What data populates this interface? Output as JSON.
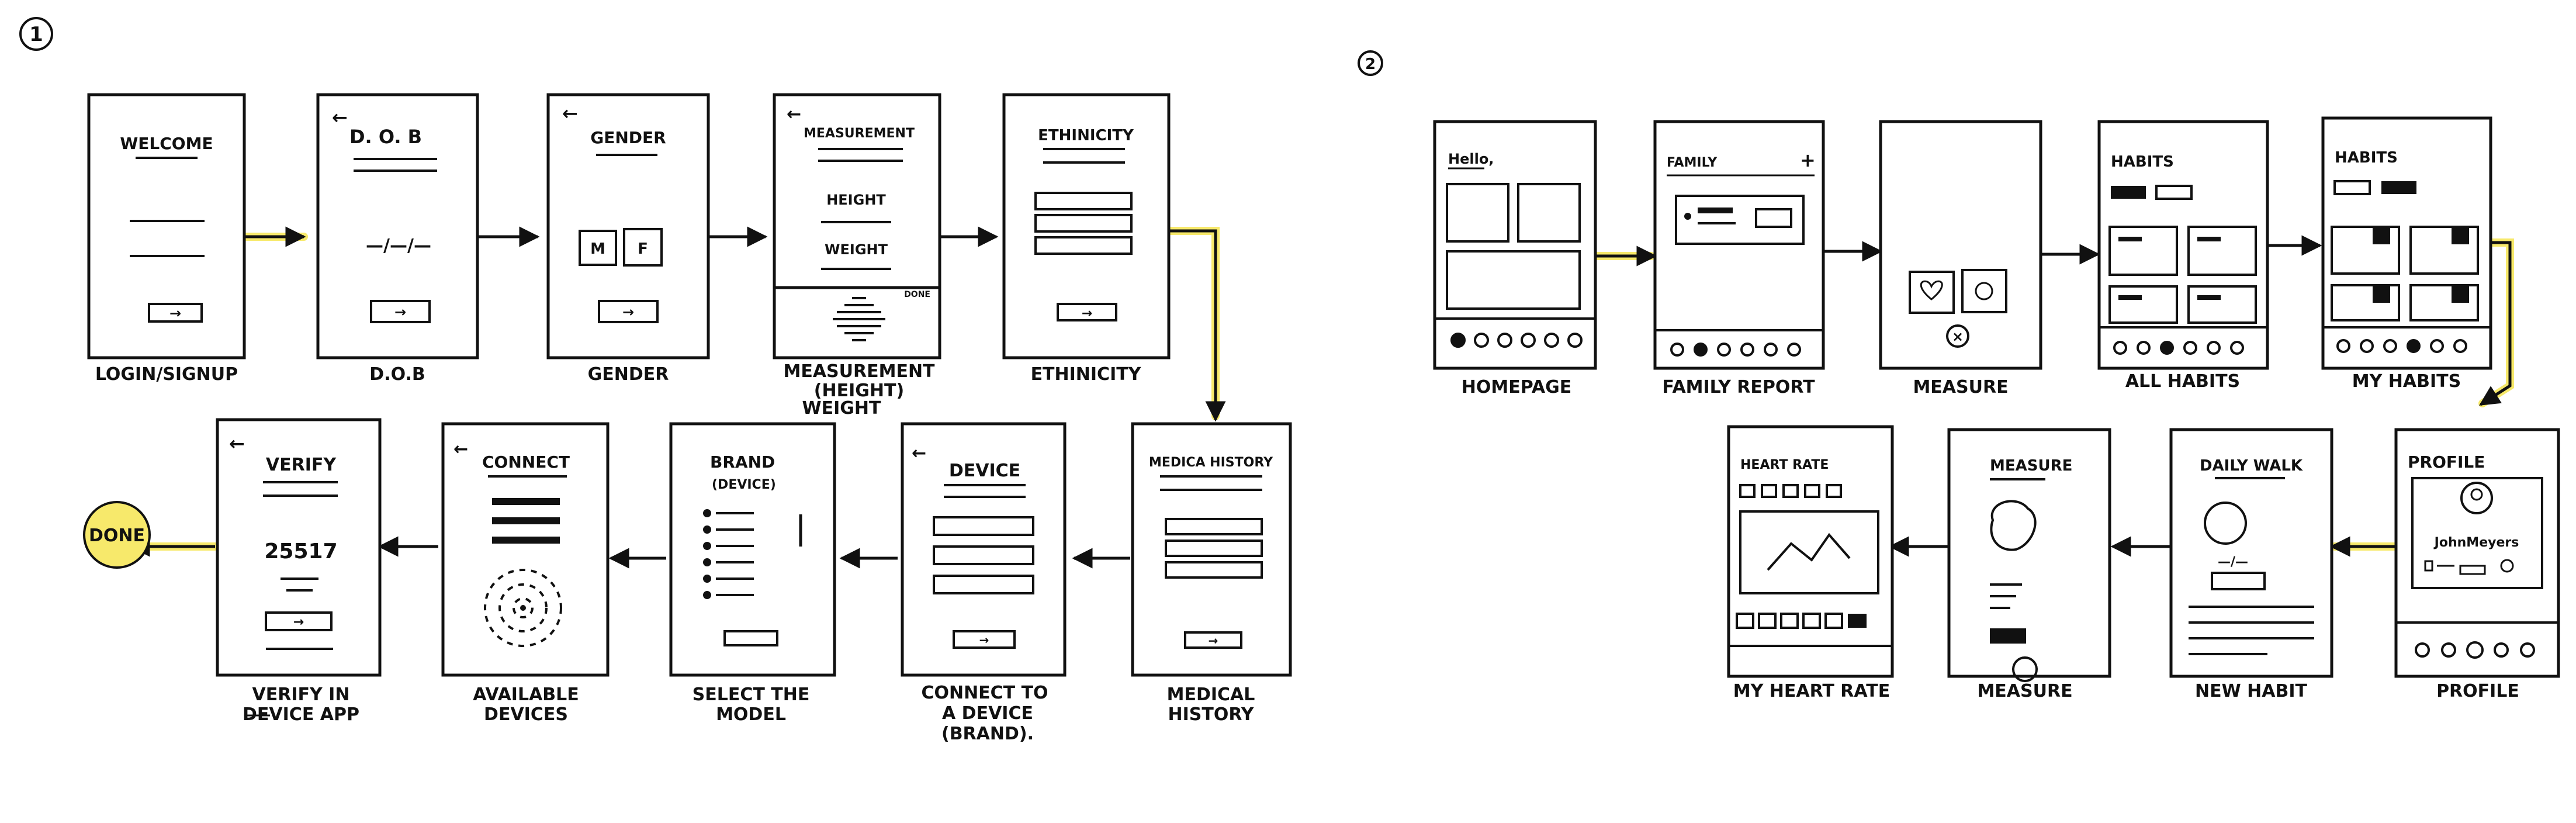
{
  "flows": [
    {
      "number": "1",
      "screens": [
        {
          "id": "welcome",
          "title": "WELCOME",
          "caption": [
            "LOGIN/SIGNUP"
          ]
        },
        {
          "id": "dob",
          "title": "D. O. B",
          "caption": [
            "D.O.B"
          ],
          "field": "—/—/—"
        },
        {
          "id": "gender",
          "title": "GENDER",
          "caption": [
            "GENDER"
          ],
          "options": [
            "M",
            "F"
          ]
        },
        {
          "id": "measurement",
          "title": "MEASUREMENT",
          "caption": [
            "MEASUREMENT",
            "(HEIGHT)",
            "WEIGHT"
          ],
          "fields": [
            "HEIGHT",
            "WEIGHT"
          ],
          "done": "DONE"
        },
        {
          "id": "ethnicity",
          "title": "ETHINICITY",
          "caption": [
            "ETHINICITY"
          ]
        },
        {
          "id": "medical",
          "title": "MEDICA HISTORY",
          "caption": [
            "MEDICAL",
            "HISTORY"
          ]
        },
        {
          "id": "device",
          "title": "DEVICE",
          "caption": [
            "CONNECT TO",
            "A DEVICE",
            "(BRAND)."
          ]
        },
        {
          "id": "brand",
          "title": "BRAND",
          "subtitle": "(DEVICE)",
          "caption": [
            "SELECT THE",
            "MODEL"
          ]
        },
        {
          "id": "connect",
          "title": "CONNECT",
          "caption": [
            "AVAILABLE",
            "DEVICES"
          ]
        },
        {
          "id": "verify",
          "title": "VERIFY",
          "code": "25517",
          "caption": [
            "VERIFY IN",
            "DEVICE APP"
          ]
        }
      ],
      "end": "DONE"
    },
    {
      "number": "2",
      "screens": [
        {
          "id": "homepage",
          "title": "Hello,",
          "caption": [
            "HOMEPAGE"
          ]
        },
        {
          "id": "family",
          "title": "FAMILY",
          "plus": "+",
          "caption": [
            "FAMILY REPORT"
          ]
        },
        {
          "id": "measure1",
          "title": "",
          "caption": [
            "MEASURE"
          ]
        },
        {
          "id": "allhabits",
          "title": "HABITS",
          "caption": [
            "ALL HABITS"
          ]
        },
        {
          "id": "myhabits",
          "title": "HABITS",
          "caption": [
            "MY HABITS"
          ]
        },
        {
          "id": "profile",
          "title": "PROFILE",
          "user": "JohnMeyers",
          "caption": [
            "PROFILE"
          ]
        },
        {
          "id": "newhabit",
          "title": "DAILY WALK",
          "caption": [
            "NEW HABIT"
          ]
        },
        {
          "id": "measure2",
          "title": "MEASURE",
          "caption": [
            "MEASURE"
          ]
        },
        {
          "id": "heartrate",
          "title": "HEART RATE",
          "caption": [
            "MY HEART RATE"
          ]
        }
      ]
    }
  ],
  "colors": {
    "ink": "#111111",
    "highlight": "#f7e96b",
    "paper": "#ffffff"
  }
}
